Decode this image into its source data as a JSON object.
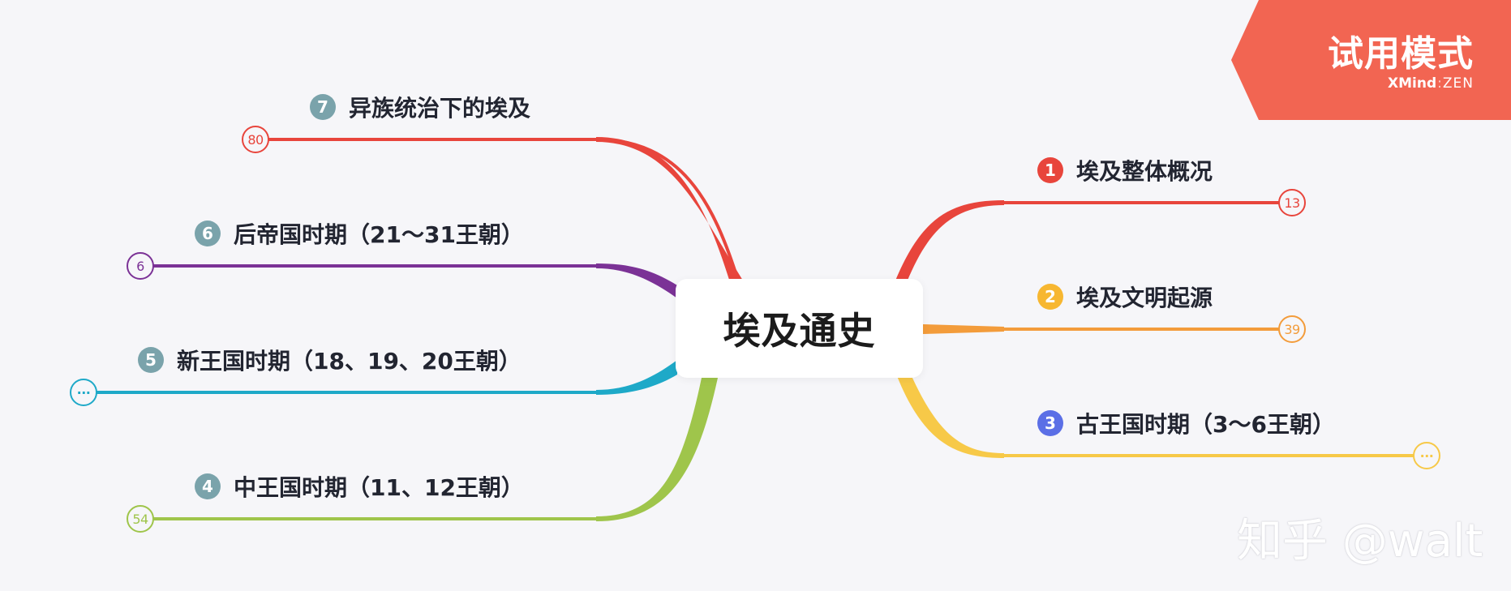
{
  "central_topic": "埃及通史",
  "branches": [
    {
      "number": "1",
      "label": "埃及整体概况",
      "count": "13",
      "color": "#e8453c",
      "side": "right"
    },
    {
      "number": "2",
      "label": "埃及文明起源",
      "count": "39",
      "color": "#f39c3b",
      "side": "right"
    },
    {
      "number": "3",
      "label": "古王国时期（3～6王朝）",
      "count": "···",
      "color": "#f7c948",
      "badge_color": "#5b6fe6",
      "side": "right"
    },
    {
      "number": "4",
      "label": "中王国时期（11、12王朝）",
      "count": "54",
      "color": "#9fc54b",
      "badge_color": "#7aa3ab",
      "side": "left"
    },
    {
      "number": "5",
      "label": "新王国时期（18、19、20王朝）",
      "count": "···",
      "color": "#1ea9c8",
      "badge_color": "#7aa3ab",
      "side": "left"
    },
    {
      "number": "6",
      "label": "后帝国时期（21～31王朝）",
      "count": "6",
      "color": "#7b3296",
      "badge_color": "#7aa3ab",
      "side": "left"
    },
    {
      "number": "7",
      "label": "异族统治下的埃及",
      "count": "80",
      "color": "#e8453c",
      "badge_color": "#7aa3ab",
      "side": "left"
    }
  ],
  "trial_badge": {
    "title": "试用模式",
    "brand": "XMind",
    "separator": ":",
    "edition": "ZEN",
    "color": "#f26552"
  },
  "watermark": "知乎 @walt"
}
